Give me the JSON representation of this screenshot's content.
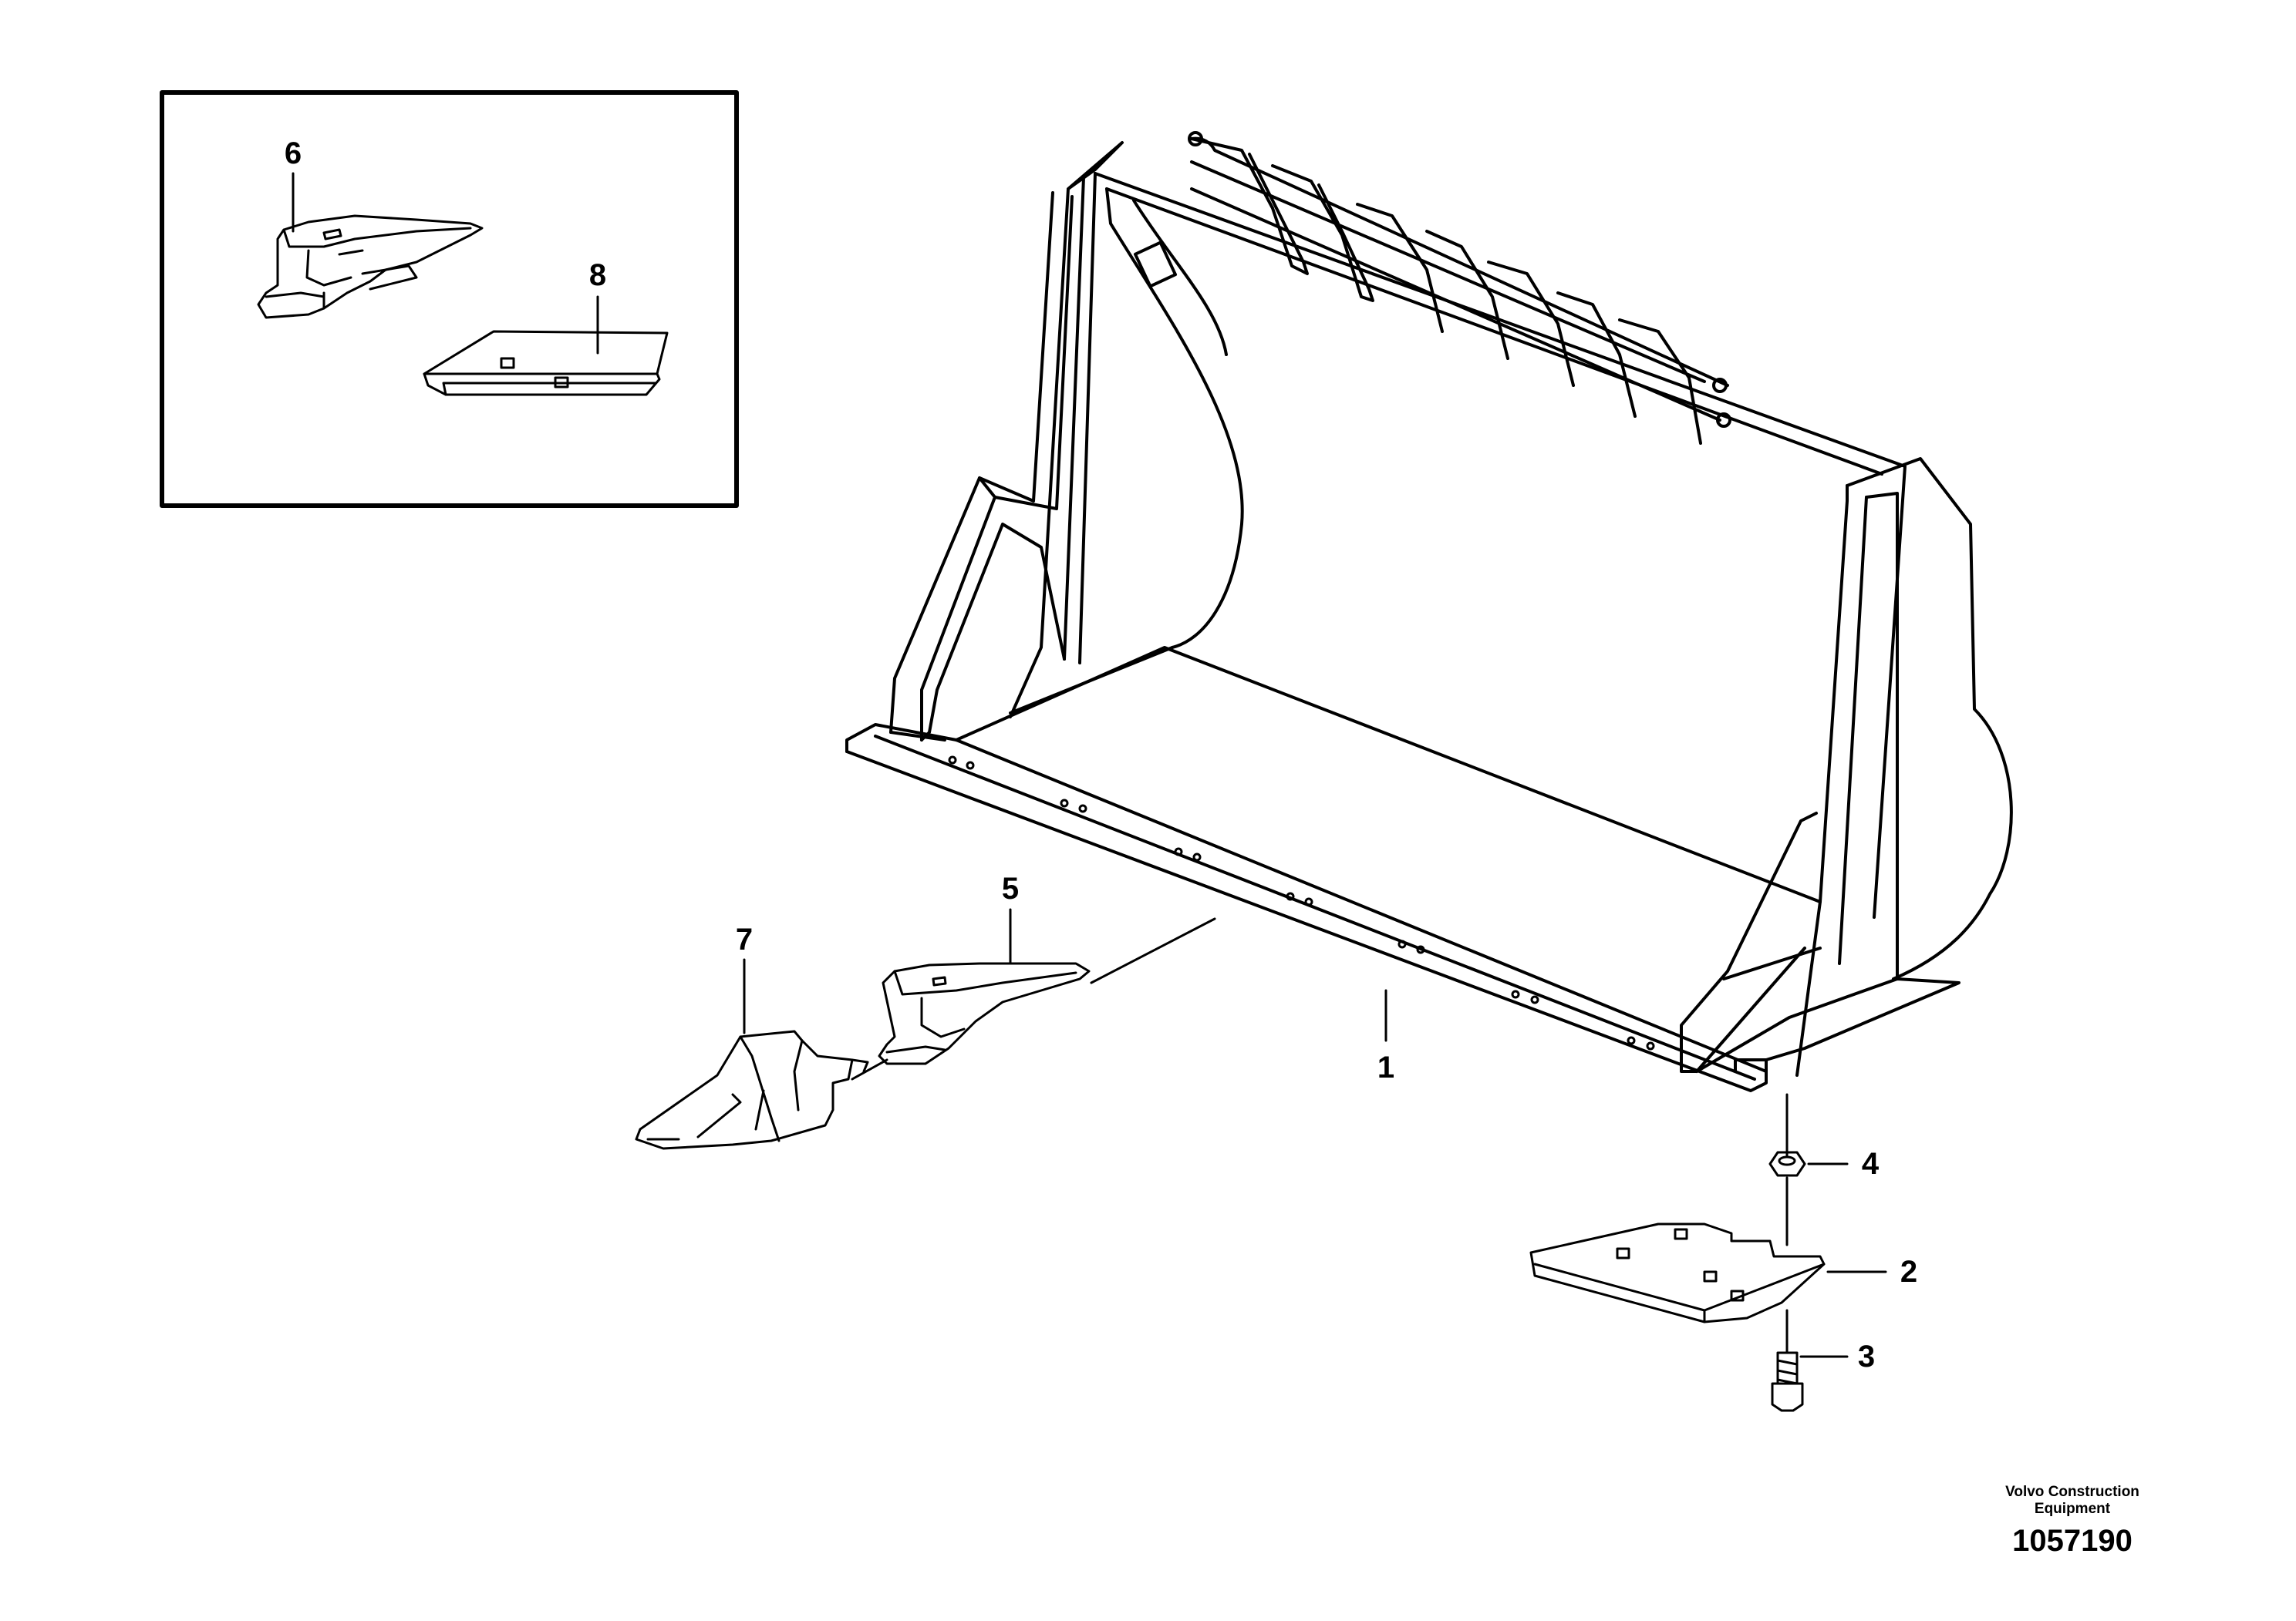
{
  "callouts": {
    "c1": "1",
    "c2": "2",
    "c3": "3",
    "c4": "4",
    "c5": "5",
    "c6": "6",
    "c7": "7",
    "c8": "8"
  },
  "footer": {
    "company": "Volvo Construction Equipment",
    "document_number": "1057190"
  }
}
